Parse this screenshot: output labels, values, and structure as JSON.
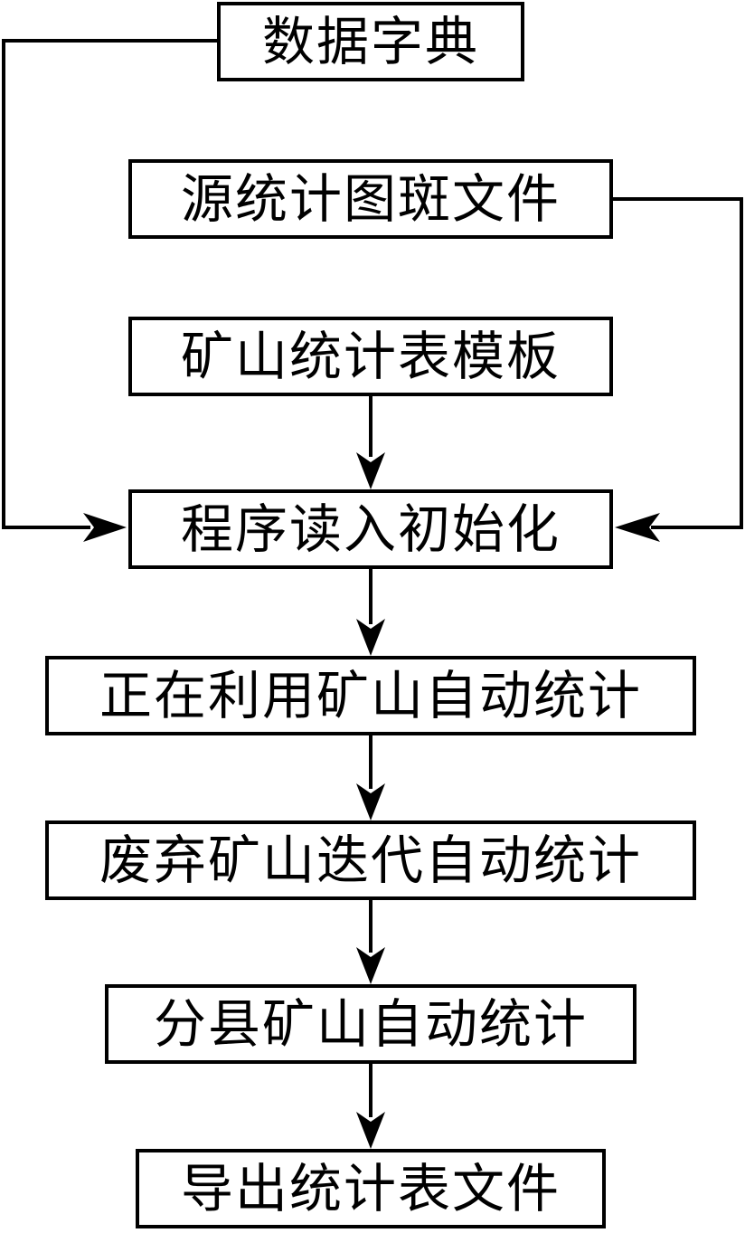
{
  "diagram": {
    "nodes": {
      "data_dictionary": "数据字典",
      "source_patch_file": "源统计图斑文件",
      "mine_template": "矿山统计表模板",
      "program_init": "程序读入初始化",
      "active_mine_stats": "正在利用矿山自动统计",
      "abandoned_mine_stats": "废弃矿山迭代自动统计",
      "county_mine_stats": "分县矿山自动统计",
      "export_file": "导出统计表文件"
    },
    "edges": [
      {
        "from": "data_dictionary",
        "to": "program_init"
      },
      {
        "from": "source_patch_file",
        "to": "program_init"
      },
      {
        "from": "mine_template",
        "to": "program_init"
      },
      {
        "from": "program_init",
        "to": "active_mine_stats"
      },
      {
        "from": "active_mine_stats",
        "to": "abandoned_mine_stats"
      },
      {
        "from": "abandoned_mine_stats",
        "to": "county_mine_stats"
      },
      {
        "from": "county_mine_stats",
        "to": "export_file"
      }
    ],
    "colors": {
      "line": "#000000",
      "box_border": "#000000",
      "background": "#ffffff"
    }
  }
}
